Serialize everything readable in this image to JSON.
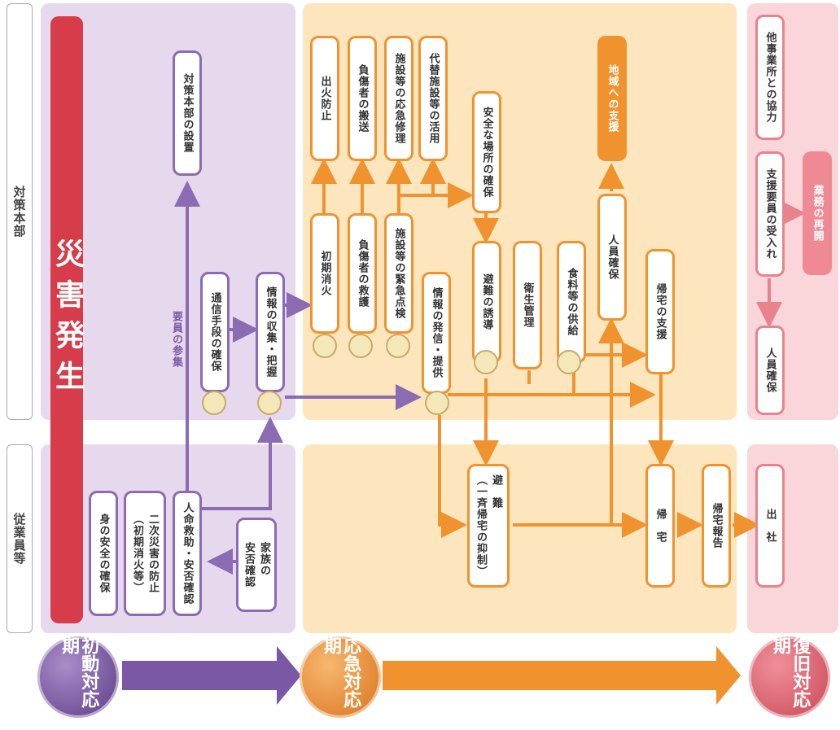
{
  "rows": {
    "hq": "対策本部",
    "staff": "従業員等"
  },
  "disaster": "災害発生",
  "phases": {
    "initial": "初動対応期",
    "emergency": "応急対応期",
    "recovery": "復旧対応期"
  },
  "initial": {
    "hq_setup": "対策本部の設置",
    "comm": "通信手段の確保",
    "info_collect": "情報の収集・把握",
    "staff_arrive": "要員の参集",
    "self_safety": "身の安全の確保",
    "secondary": "二次災害の防止\n（初期消火等）",
    "rescue": "人命救助・安否確認",
    "family": "家族の\n安否確認"
  },
  "emergency": {
    "fire_prevent": "出火防止",
    "transport": "負傷者の搬送",
    "repair": "施設等の応急修理",
    "alt_facility": "代替施設等の活用",
    "safe_place": "安全な場所の確保",
    "regional": "地域への支援",
    "first_fire": "初期消火",
    "rescue_inj": "負傷者の救護",
    "inspect": "施設等の緊急点検",
    "evac_guide": "避難の誘導",
    "sanitation": "衛生管理",
    "food": "食料等の供給",
    "personnel": "人員確保",
    "info_send": "情報の発信・提供",
    "home_support": "帰宅の支援",
    "evac": "避　難\n（一斉帰宅の抑制）",
    "go_home": "帰　宅",
    "home_report": "帰宅報告"
  },
  "recovery": {
    "other_office": "他事業所との協力",
    "accept": "支援要員の受入れ",
    "resume": "業務の再開",
    "personnel": "人員確保",
    "attend": "出　社"
  },
  "colors": {
    "purple": "#8b6bb1",
    "orange": "#f0922e",
    "pink": "#e8828d",
    "red": "#d63c4a"
  }
}
